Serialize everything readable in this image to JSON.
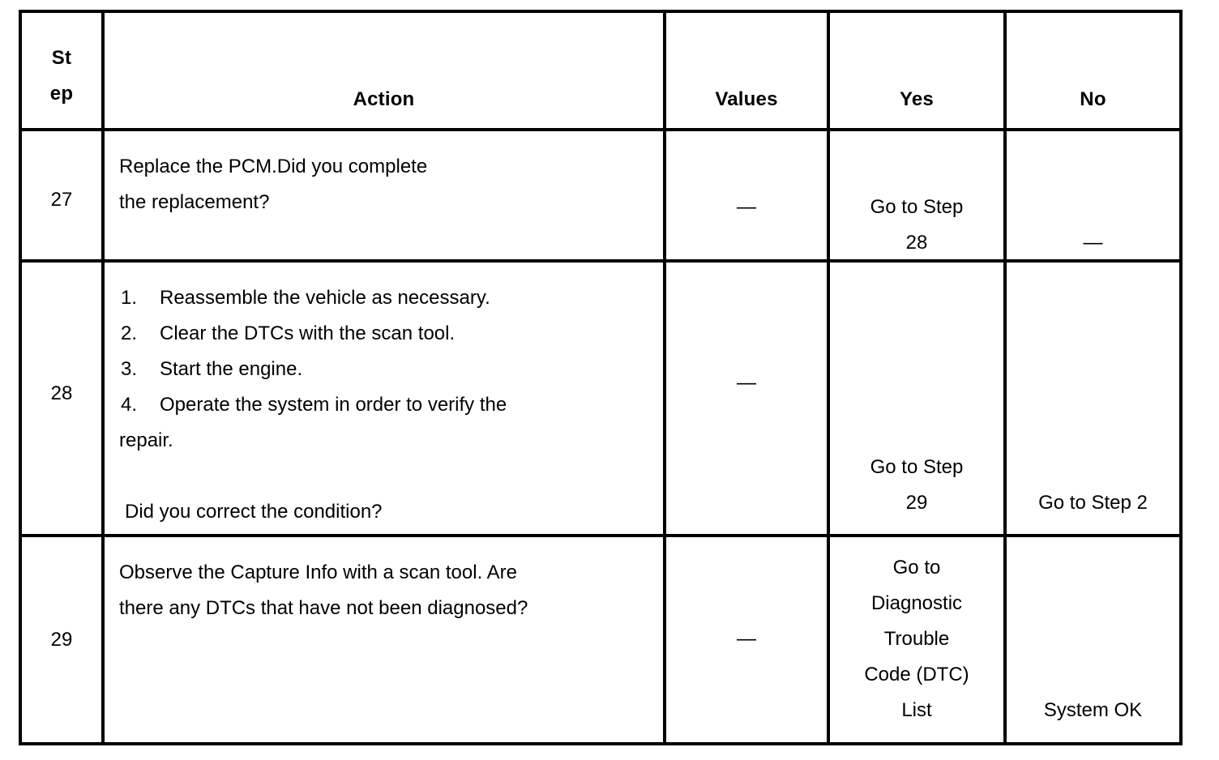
{
  "table": {
    "headers": {
      "step_line1": "St",
      "step_line2": "ep",
      "action": "Action",
      "values": "Values",
      "yes": "Yes",
      "no": "No"
    },
    "rows": [
      {
        "step": "27",
        "action": {
          "type": "paragraph",
          "lines": [
            "Replace the PCM.Did you complete",
            "the replacement?"
          ]
        },
        "values": "—",
        "yes_lines": [
          "Go to Step",
          "28"
        ],
        "no_lines": [
          "—"
        ]
      },
      {
        "step": "28",
        "action": {
          "type": "numbered-list",
          "items": [
            {
              "marker": "1.",
              "text": "Reassemble the vehicle as necessary."
            },
            {
              "marker": "2.",
              "text": "Clear the DTCs with the scan tool."
            },
            {
              "marker": "3.",
              "text": "Start the engine."
            },
            {
              "marker": "4.",
              "text": "Operate the system in order to verify the"
            }
          ],
          "continuation": "repair.",
          "question": " Did you correct the condition?"
        },
        "values": "—",
        "yes_lines": [
          "Go to Step",
          "29"
        ],
        "no_lines": [
          "Go to Step 2"
        ]
      },
      {
        "step": "29",
        "action": {
          "type": "paragraph",
          "lines": [
            "Observe the Capture Info with a scan tool. Are",
            "there any DTCs that have not been diagnosed?"
          ]
        },
        "values": "—",
        "yes_lines": [
          "Go to",
          "Diagnostic",
          "Trouble",
          "Code (DTC)",
          "List"
        ],
        "no_lines": [
          "System OK"
        ]
      }
    ]
  },
  "colors": {
    "border": "#000000",
    "text": "#000000",
    "background": "#ffffff"
  }
}
